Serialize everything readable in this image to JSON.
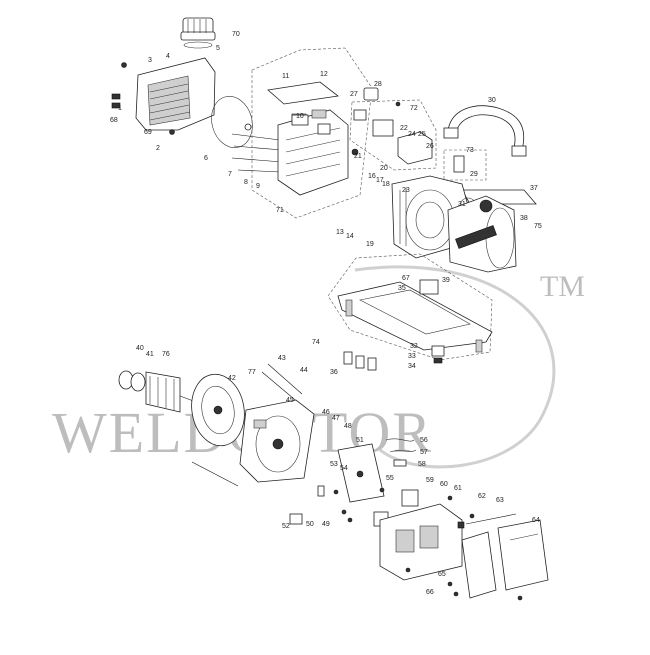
{
  "watermark": {
    "text": "WELDOCTOR",
    "trademark": "TM"
  },
  "part_numbers": [
    "70",
    "5",
    "3",
    "4",
    "1",
    "68",
    "69",
    "2",
    "6",
    "11",
    "12",
    "10",
    "7",
    "8",
    "9",
    "27",
    "28",
    "72",
    "22",
    "24",
    "25",
    "26",
    "21",
    "20",
    "16",
    "17",
    "18",
    "23",
    "30",
    "73",
    "29",
    "71",
    "31",
    "37",
    "38",
    "75",
    "13",
    "14",
    "19",
    "39",
    "67",
    "35",
    "74",
    "32",
    "33",
    "34",
    "36",
    "40",
    "41",
    "76",
    "43",
    "77",
    "44",
    "42",
    "45",
    "46",
    "47",
    "48",
    "51",
    "56",
    "57",
    "58",
    "53",
    "54",
    "55",
    "59",
    "60",
    "61",
    "62",
    "63",
    "64",
    "50",
    "49",
    "52",
    "65",
    "66"
  ],
  "colors": {
    "line": "#222222",
    "watermark": "#bdbdbd",
    "background": "#ffffff"
  }
}
